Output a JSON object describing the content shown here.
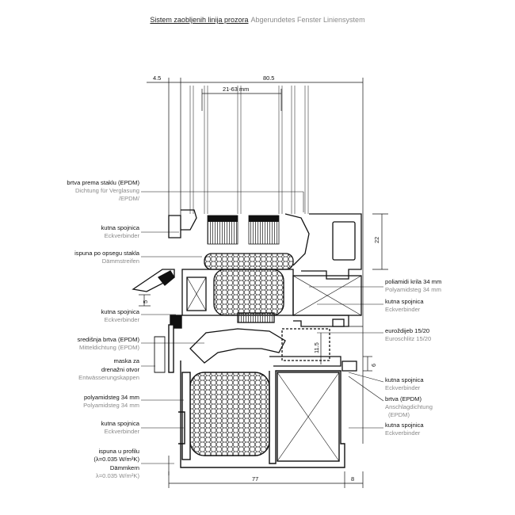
{
  "title": {
    "main": "Sistem zaobljenih linija prozora",
    "sub": "Abgerundetes Fenster Liniensystem"
  },
  "dimensions": {
    "top_left": "4.5",
    "top_right": "80.5",
    "glass": "21-63 mm",
    "right_upper": "22",
    "left_small": "5",
    "mid_right": "11.5",
    "right_small": "6",
    "bottom_main": "77",
    "bottom_small": "8"
  },
  "labels_left": [
    {
      "hr": "brtva prema staklu (EPDM)",
      "de": "Dichtung für Verglasung",
      "de2": "/EPDM/"
    },
    {
      "hr": "kutna spojnica",
      "de": "Eckverbinder"
    },
    {
      "hr": "ispuna po opsegu stakla",
      "de": "Dämmstreifen"
    },
    {
      "hr": "kutna spojnica",
      "de": "Eckverbinder"
    },
    {
      "hr": "središnja brtva (EPDM)",
      "de": "Mitteldichtung (EPDM)"
    },
    {
      "hr": "maska za",
      "hr2": "drenažni otvor",
      "de": "Entwässerungskappen"
    },
    {
      "hr": "polyamidsteg  34 mm",
      "de": "Polyamidsteg 34 mm"
    },
    {
      "hr": "kutna spojnica",
      "de": "Eckverbinder"
    },
    {
      "hr": "ispuna u profilu",
      "hr2": "(λ=0.035 W/m²K)",
      "hr3": "Dämmkern",
      "de": "λ=0.035 W/m²K)"
    }
  ],
  "labels_right": [
    {
      "hr": "poliamidi krila 34 mm",
      "de": "Polyamidsteg  34 mm"
    },
    {
      "hr": "kutna spojnica",
      "de": "Eckverbinder"
    },
    {
      "hr": "euroždijeb 15/20",
      "de": "Euroschlitz 15/20"
    },
    {
      "hr": "kutna spojnica",
      "de": "Eckverbinder"
    },
    {
      "hr": "brtva (EPDM)",
      "de": "Anschlagdichtung",
      "de2": "(EPDM)"
    },
    {
      "hr": "kutna spojnica",
      "de": "Eckverbinder"
    }
  ]
}
